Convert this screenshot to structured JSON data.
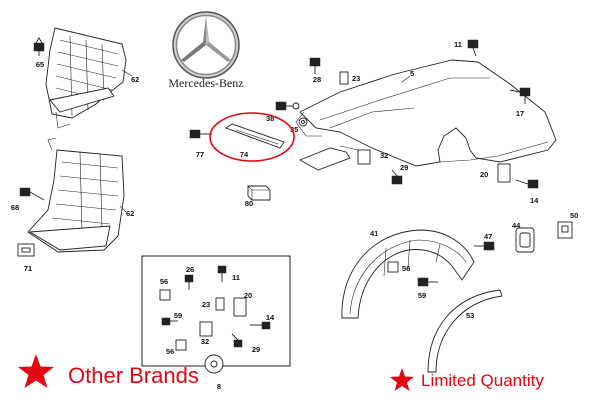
{
  "brand": {
    "name": "Mercedes-Benz",
    "logo": "mercedes-star-logo"
  },
  "promo": {
    "left_text": "Other Brands",
    "right_text": "Limited Quantity",
    "color": "#e30613",
    "icon": "star-icon"
  },
  "highlight": {
    "part": "74",
    "color": "#e30613"
  },
  "callouts": {
    "c65": "65",
    "c62a": "62",
    "c68": "68",
    "c62b": "62",
    "c71": "71",
    "c11a": "11",
    "c5": "5",
    "c28": "28",
    "c23a": "23",
    "c17": "17",
    "c38": "38",
    "c35": "35",
    "c77": "77",
    "c74": "74",
    "c32": "32",
    "c29a": "29",
    "c20a": "20",
    "c14a": "14",
    "c80": "80",
    "c41": "41",
    "c47": "47",
    "c44": "44",
    "c50": "50",
    "c56a": "56",
    "c59a": "59",
    "c53": "53",
    "c26": "26",
    "c56b": "56",
    "c11b": "11",
    "c20b": "20",
    "c23b": "23",
    "c59b": "59",
    "c14b": "14",
    "c32b": "32",
    "c56c": "56",
    "c29b": "29",
    "c8": "8"
  }
}
